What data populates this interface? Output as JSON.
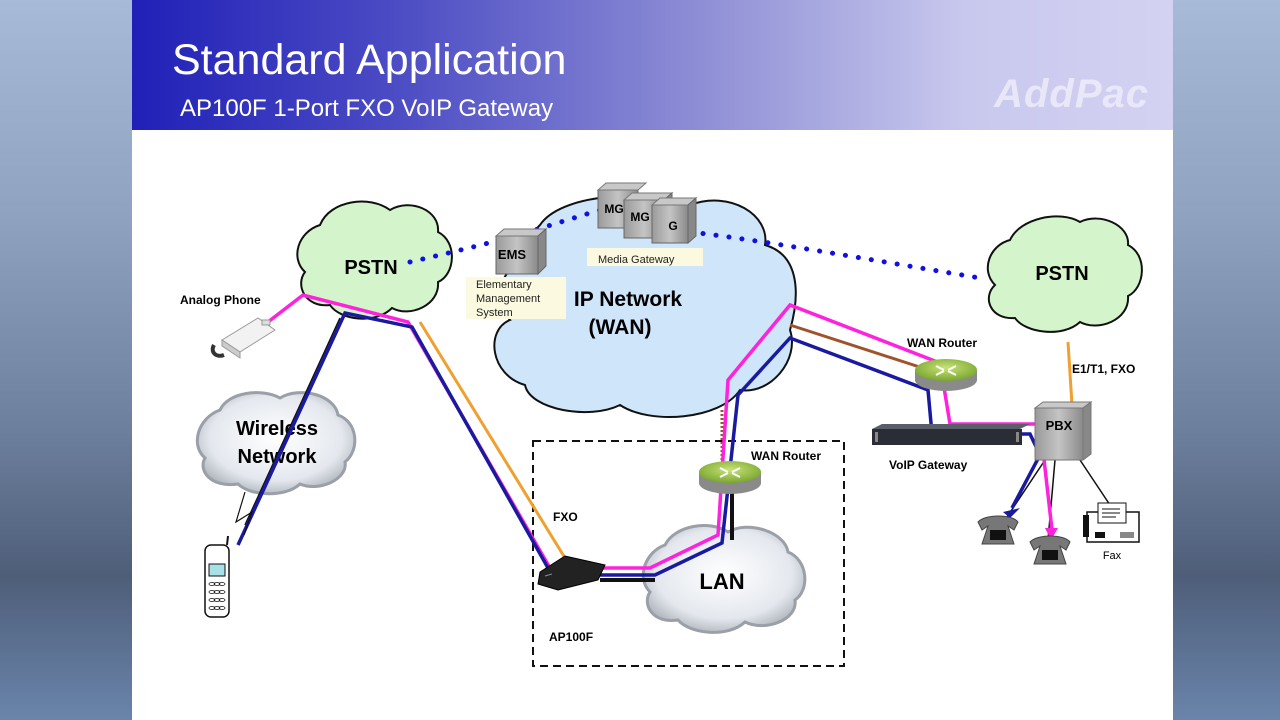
{
  "slide": {
    "title": "Standard Application",
    "subtitle": "AP100F 1-Port FXO VoIP Gateway",
    "logo": "AddPac"
  },
  "diagram": {
    "clouds": {
      "pstn_left": "PSTN",
      "pstn_right": "PSTN",
      "ip_network_line1": "IP Network",
      "ip_network_line2": "(WAN)",
      "wireless_line1": "Wireless",
      "wireless_line2": "Network",
      "lan": "LAN"
    },
    "servers": {
      "ems": "EMS",
      "mg1": "MG",
      "mg2": "MG",
      "mg3": "G",
      "pbx": "PBX"
    },
    "labels": {
      "ems_desc_1": "Elementary",
      "ems_desc_2": "Management",
      "ems_desc_3": "System",
      "media_gateway": "Media Gateway",
      "analog_phone": "Analog Phone",
      "wan_router_right": "WAN Router",
      "wan_router_lan": "WAN Router",
      "voip_gateway": "VoIP Gateway",
      "e1t1_fxo": "E1/T1, FXO",
      "fxo": "FXO",
      "ap100f": "AP100F",
      "fax": "Fax"
    },
    "colors": {
      "pstn_fill": "#d4f5cc",
      "ip_fill": "#cfe6fa",
      "magenta_path": "#ff22dd",
      "blue_path": "#1a1aa0",
      "orange_path": "#f0a030",
      "brown_path": "#a0522d",
      "dotted_signal": "#1010e0"
    }
  }
}
